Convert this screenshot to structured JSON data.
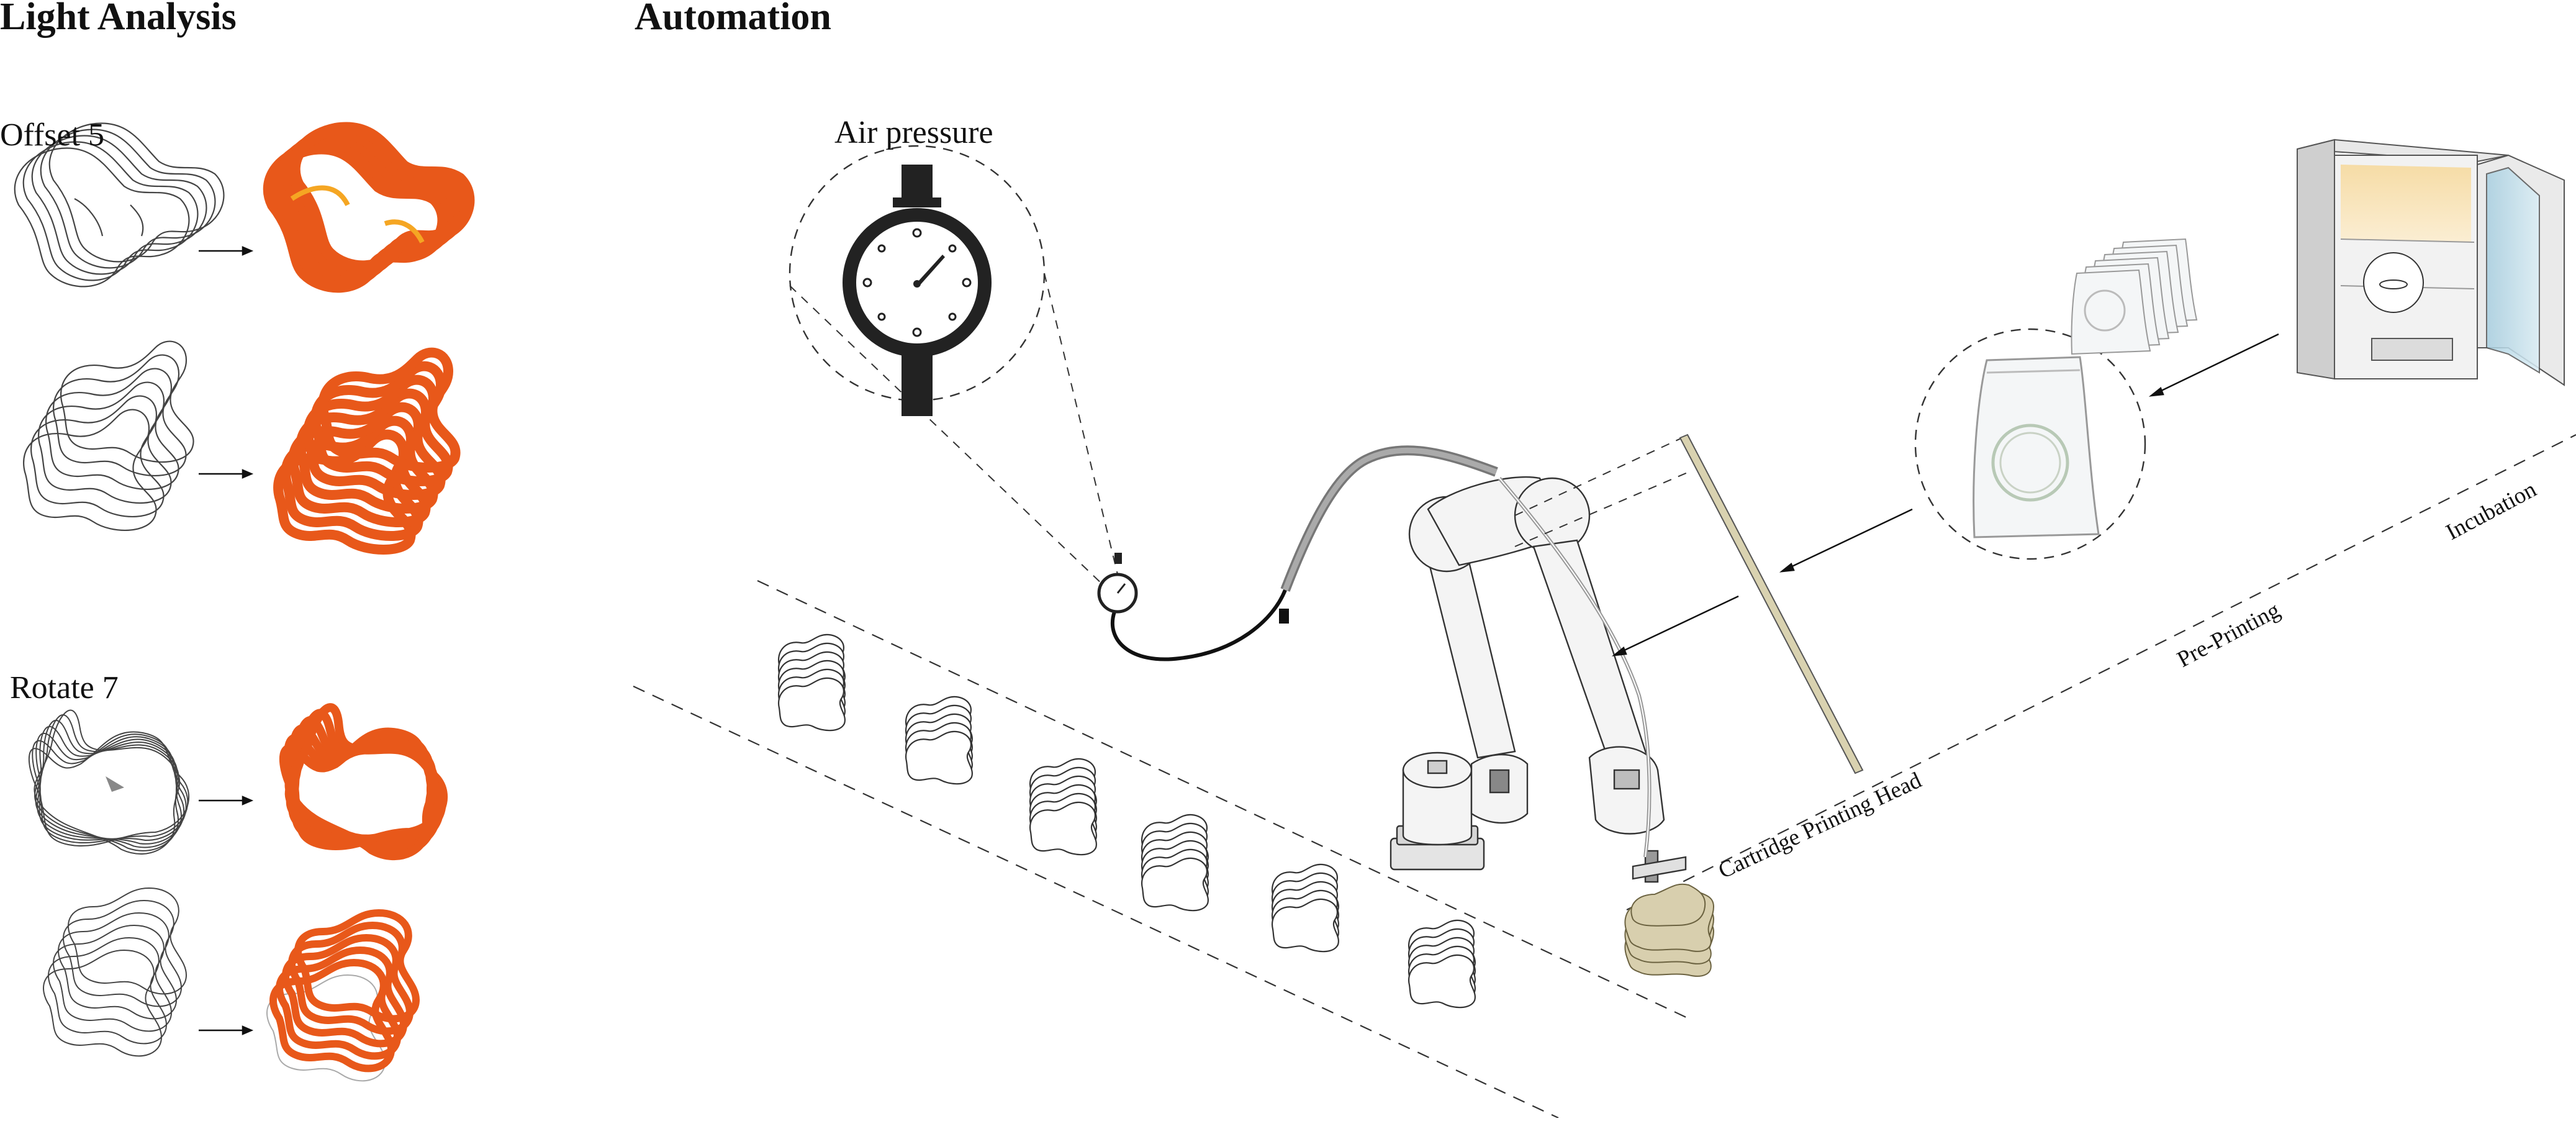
{
  "headings": {
    "light_analysis": "Light Analysis",
    "automation": "Automation"
  },
  "light_analysis": {
    "group_offset": "Offset 5",
    "group_rotate": "Rotate 7"
  },
  "automation": {
    "air_pressure": "Air pressure",
    "cartridge_head": "Cartridge Printing Head",
    "pre_printing": "Pre-Printing",
    "incubation": "Incubation"
  },
  "colors": {
    "stroke": "#2a2a2a",
    "analysis_orange": "#e8581a",
    "analysis_red": "#c8260e",
    "analysis_yellow": "#f5a623",
    "print_beige": "#d8cfae",
    "glass_blue": "#b9d6e4",
    "fridge_light": "#f3d69a",
    "rail": "#d9d2b0"
  }
}
